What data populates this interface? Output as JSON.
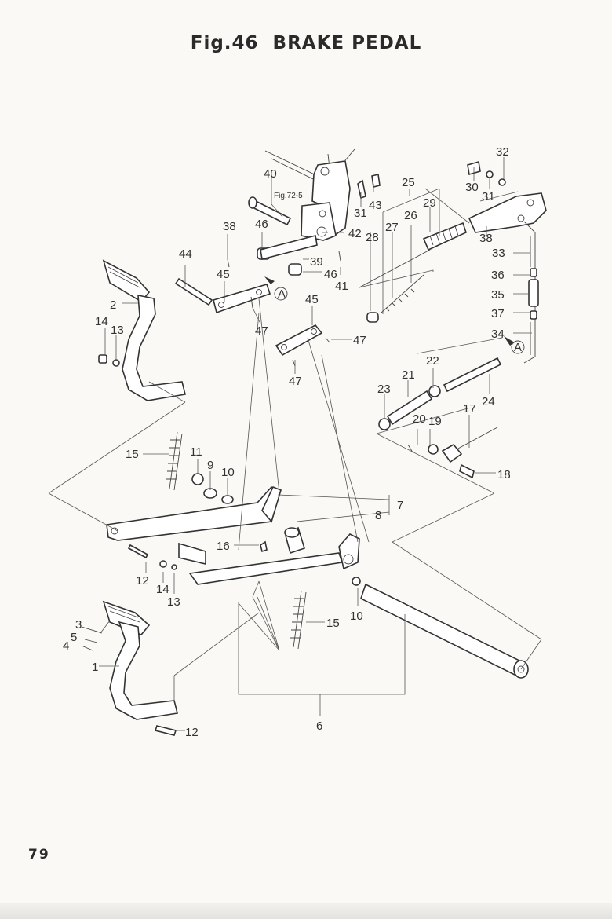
{
  "title": {
    "fig": "Fig.46",
    "name": "BRAKE PEDAL"
  },
  "page_number": "79",
  "reference": "Fig.72-5",
  "marker": "A",
  "callouts": {
    "c1": "1",
    "c2": "2",
    "c3": "3",
    "c4": "4",
    "c5": "5",
    "c6": "6",
    "c7": "7",
    "c8": "8",
    "c9": "9",
    "c10a": "10",
    "c10b": "10",
    "c11": "11",
    "c12a": "12",
    "c12b": "12",
    "c13a": "13",
    "c13b": "13",
    "c14a": "14",
    "c14b": "14",
    "c15a": "15",
    "c15b": "15",
    "c16": "16",
    "c17": "17",
    "c18": "18",
    "c19": "19",
    "c20": "20",
    "c21": "21",
    "c22": "22",
    "c23": "23",
    "c24": "24",
    "c25": "25",
    "c26": "26",
    "c27": "27",
    "c28": "28",
    "c29": "29",
    "c30": "30",
    "c31a": "31",
    "c31b": "31",
    "c32": "32",
    "c33": "33",
    "c34": "34",
    "c35": "35",
    "c36": "36",
    "c37": "37",
    "c38a": "38",
    "c38b": "38",
    "c39": "39",
    "c40": "40",
    "c41": "41",
    "c42": "42",
    "c43": "43",
    "c44": "44",
    "c45a": "45",
    "c45b": "45",
    "c46a": "46",
    "c46b": "46",
    "c47a": "47",
    "c47b": "47",
    "c47c": "47"
  }
}
